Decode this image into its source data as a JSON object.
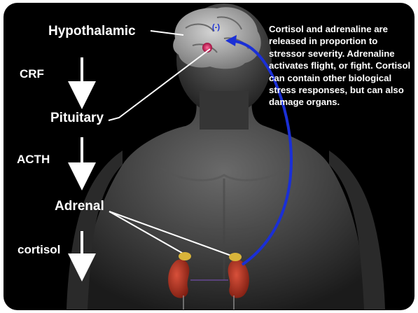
{
  "labels": {
    "hypothalamic": "Hypothalamic",
    "pituitary": "Pituitary",
    "adrenal": "Adrenal"
  },
  "hormones": {
    "crf": "CRF",
    "acth": "ACTH",
    "cortisol": "cortisol"
  },
  "feedback_sign": "(-)",
  "description": "Cortisol and adrenaline are released in proportion to stressor severity. Adrenaline activates flight, or fight.  Cortisol can contain other biological stress responses, but can also damage organs.",
  "colors": {
    "background": "#000000",
    "text": "#ffffff",
    "feedback_arrow": "#1a2fd6",
    "hypothalamus_marker": "#e0306a",
    "adrenal_gland": "#d8b43a",
    "kidney": "#b8321e"
  }
}
